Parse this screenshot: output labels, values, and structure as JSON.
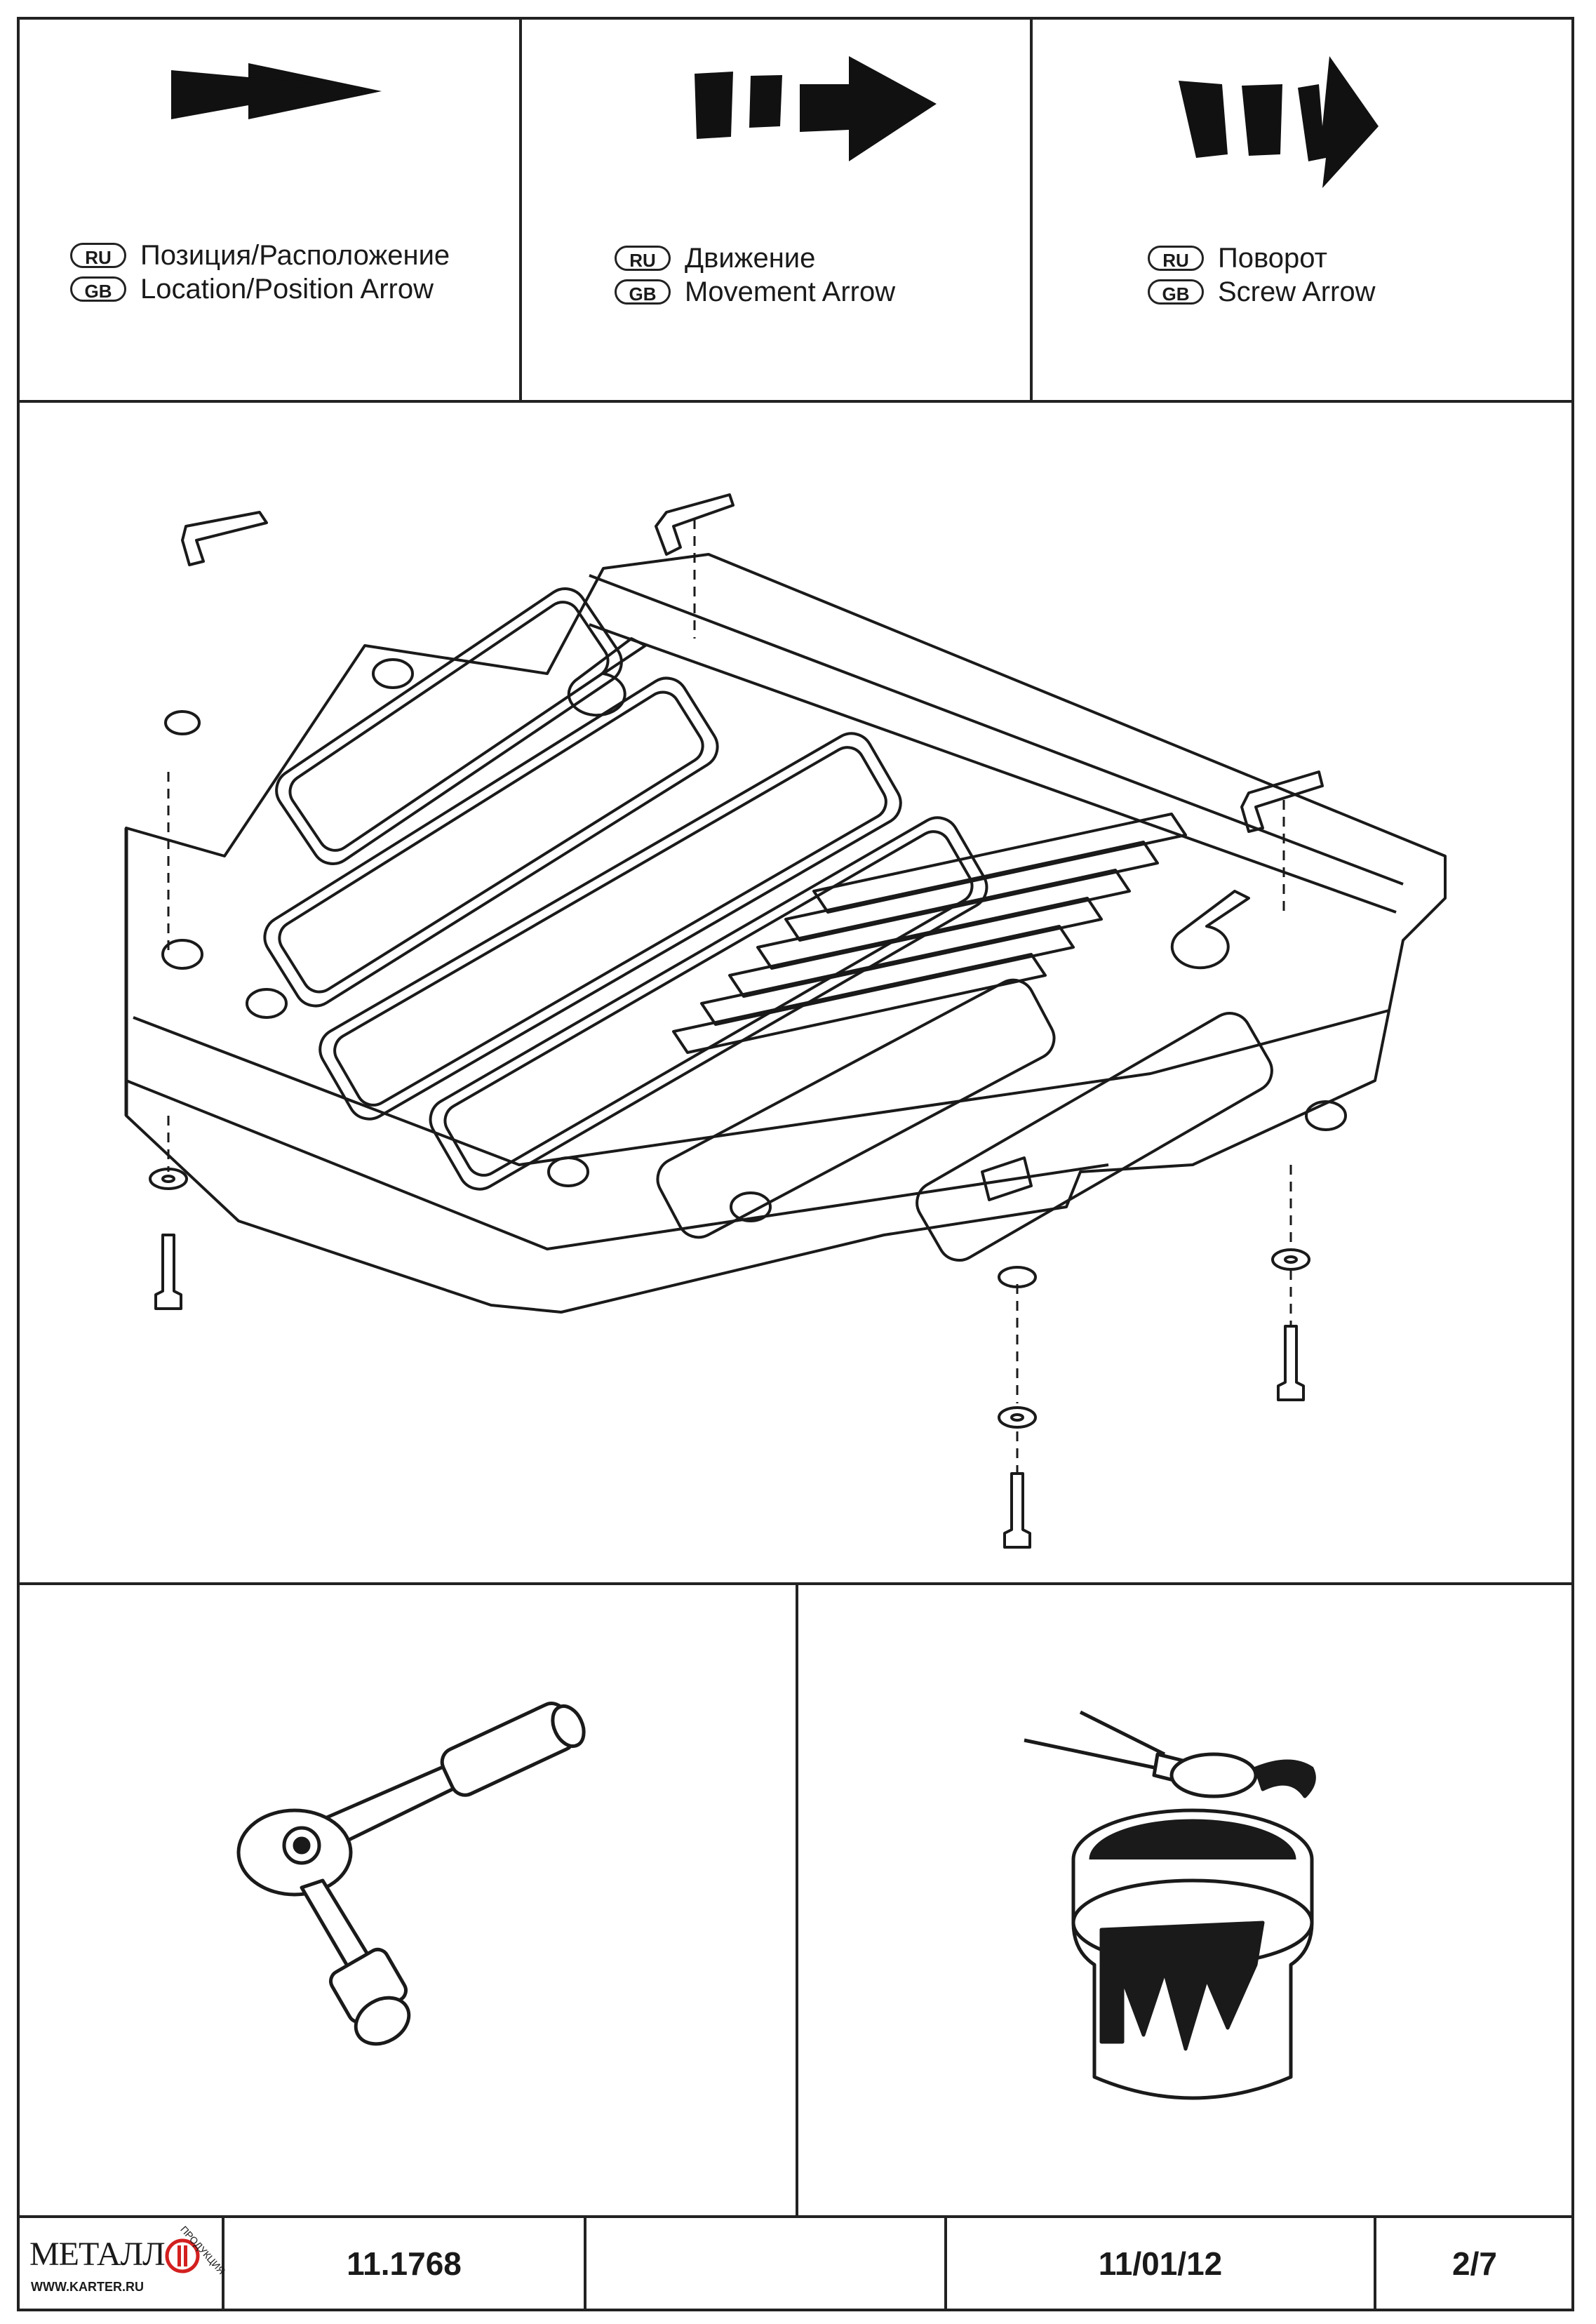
{
  "legend": [
    {
      "ru_badge": "RU",
      "gb_badge": "GB",
      "ru_label": "Позиция/Расположение",
      "gb_label": "Location/Position Arrow",
      "icon": "position-arrow-icon"
    },
    {
      "ru_badge": "RU",
      "gb_badge": "GB",
      "ru_label": "Движение",
      "gb_label": "Movement Arrow",
      "icon": "movement-arrow-icon"
    },
    {
      "ru_badge": "RU",
      "gb_badge": "GB",
      "ru_label": "Поворот",
      "gb_label": "Screw Arrow",
      "icon": "screw-arrow-icon"
    }
  ],
  "footer": {
    "logo_text": "МЕТАЛЛ",
    "logo_side_text": "ПРОДУКЦИЯ",
    "logo_url": "WWW.KARTER.RU",
    "part_number": "11.1768",
    "empty_cell": "",
    "date": "11/01/12",
    "page": "2/7"
  },
  "illustrations": {
    "main": "skid-plate-assembly-diagram",
    "tool": "ratchet-wrench-icon",
    "paint": "paint-brush-and-can-icon"
  },
  "colors": {
    "line": "#1a1a1a",
    "logo_red": "#d32020"
  }
}
